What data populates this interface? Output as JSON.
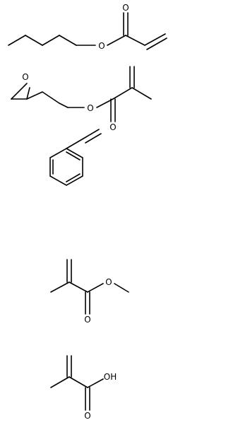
{
  "diagram": {
    "molecules": [
      {
        "id": "butyl-acrylate",
        "atoms": [
          {
            "label": "O"
          },
          {
            "label": "O"
          }
        ]
      },
      {
        "id": "glycidyl-methacrylate",
        "atoms": [
          {
            "label": "O"
          },
          {
            "label": "O"
          },
          {
            "label": "O"
          }
        ]
      },
      {
        "id": "styrene",
        "atoms": []
      },
      {
        "id": "methyl-methacrylate",
        "atoms": [
          {
            "label": "O"
          },
          {
            "label": "O"
          }
        ]
      },
      {
        "id": "methacrylic-acid",
        "atoms": [
          {
            "label": "OH"
          },
          {
            "label": "O"
          }
        ]
      }
    ]
  }
}
